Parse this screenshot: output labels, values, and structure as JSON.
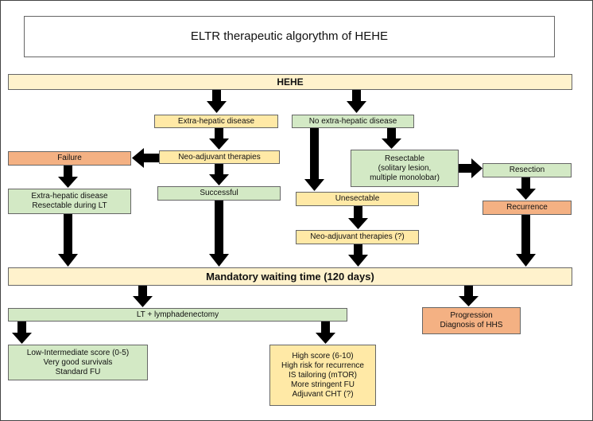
{
  "title": "ELTR therapeutic algorythm of HEHE",
  "nodes": {
    "hehe": "HEHE",
    "extra_hepatic": "Extra-hepatic disease",
    "no_extra_hepatic": "No extra-hepatic disease",
    "neo_adjuvant": "Neo-adjuvant therapies",
    "failure": "Failure",
    "resectable": [
      "Resectable",
      "(solitary lesion,",
      "multiple monolobar)"
    ],
    "resection": "Resection",
    "extra_resectable": [
      "Extra-hepatic disease",
      "Resectable during LT"
    ],
    "successful": "Successful",
    "unresectable": "Unesectable",
    "recurrence": "Recurrence",
    "neo_adjuvant_q": "Neo-adjuvant therapies (?)",
    "waiting": "Mandatory waiting time (120 days)",
    "lt_lymph": "LT + lymphadenectomy",
    "progression": [
      "Progression",
      "Diagnosis of HHS"
    ],
    "low_score": [
      "Low-Intermediate score (0-5)",
      "Very good survivals",
      "Standard FU"
    ],
    "high_score": [
      "High score (6-10)",
      "High risk for recurrence",
      "IS tailoring (mTOR)",
      "More stringent FU",
      "Adjuvant CHT (?)"
    ]
  },
  "colors": {
    "yellow": "#ffe9a6",
    "cream": "#fff2cc",
    "green": "#d3e9c5",
    "salmon": "#f4b183",
    "arrow": "#000000"
  }
}
